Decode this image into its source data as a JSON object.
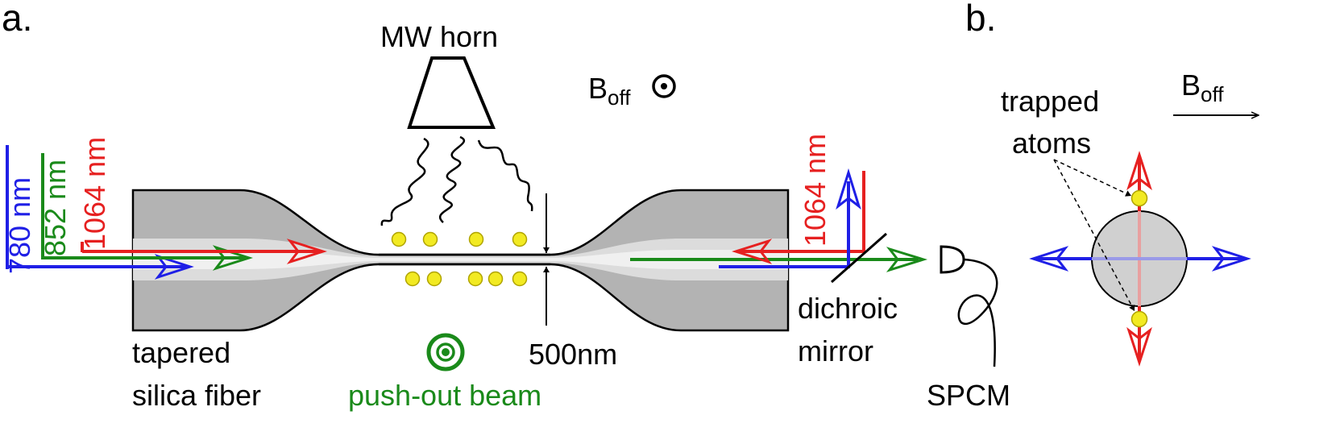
{
  "panel_a": {
    "label": "a.",
    "mw_horn": "MW horn",
    "b_field": {
      "base": "B",
      "sub": "off"
    },
    "wavelengths_left": {
      "blue": "780 nm",
      "green": "852 nm",
      "red": "1064 nm"
    },
    "wavelength_right_red": "1064 nm",
    "fiber_label_line1": "tapered",
    "fiber_label_line2": "silica fiber",
    "pushout_label": "push-out beam",
    "size_label": "500nm",
    "mirror_label_line1": "dichroic",
    "mirror_label_line2": "mirror",
    "detector_label": "SPCM"
  },
  "panel_b": {
    "label": "b.",
    "atoms_label_line1": "trapped",
    "atoms_label_line2": "atoms",
    "b_field": {
      "base": "B",
      "sub": "off"
    }
  },
  "colors": {
    "blue": "#1f1fe6",
    "green": "#1a8a1a",
    "red": "#e62020",
    "atom": "#f2ea22",
    "fiber_dark": "#b3b3b3",
    "fiber_light": "#dcdcdc",
    "core": "#f0f0f0"
  }
}
